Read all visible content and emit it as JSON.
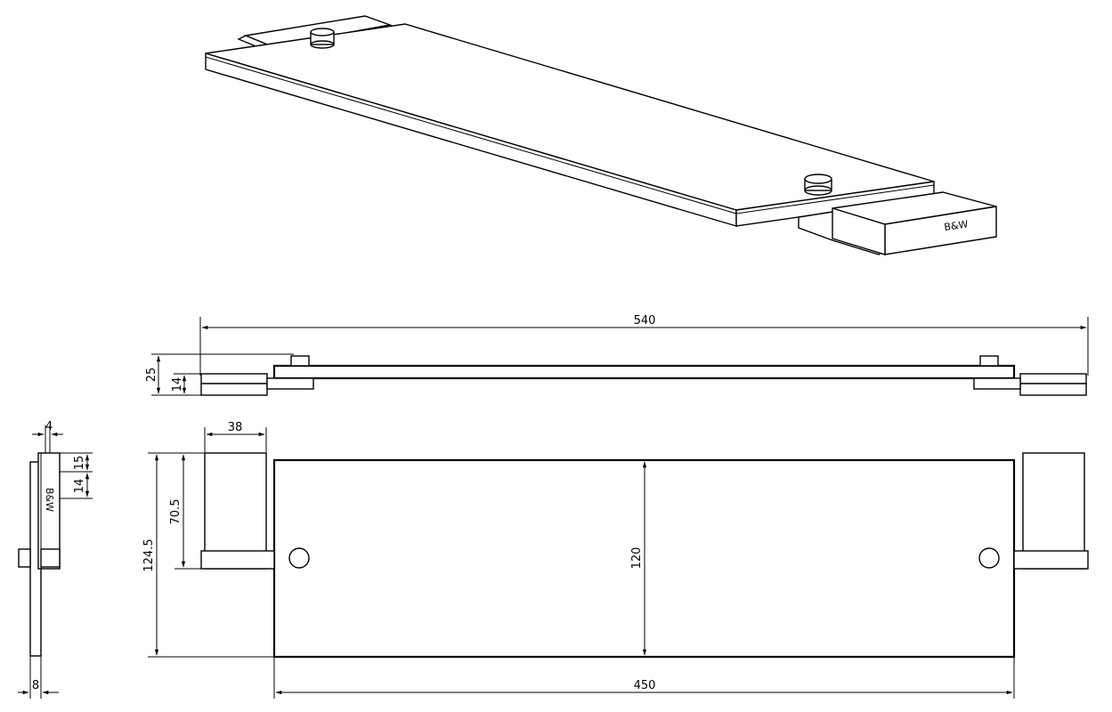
{
  "drawing": {
    "brand_mark": "B&W",
    "dimensions": {
      "total_length": "540",
      "total_height": "25",
      "bracket_height": "14",
      "bracket_width": "38",
      "bracket_depth": "70.5",
      "overall_depth": "124.5",
      "shelf_depth": "120",
      "shelf_length": "450",
      "profile_gap": "4",
      "profile_top": "15",
      "profile_bracket": "14",
      "shelf_thickness": "8"
    }
  }
}
